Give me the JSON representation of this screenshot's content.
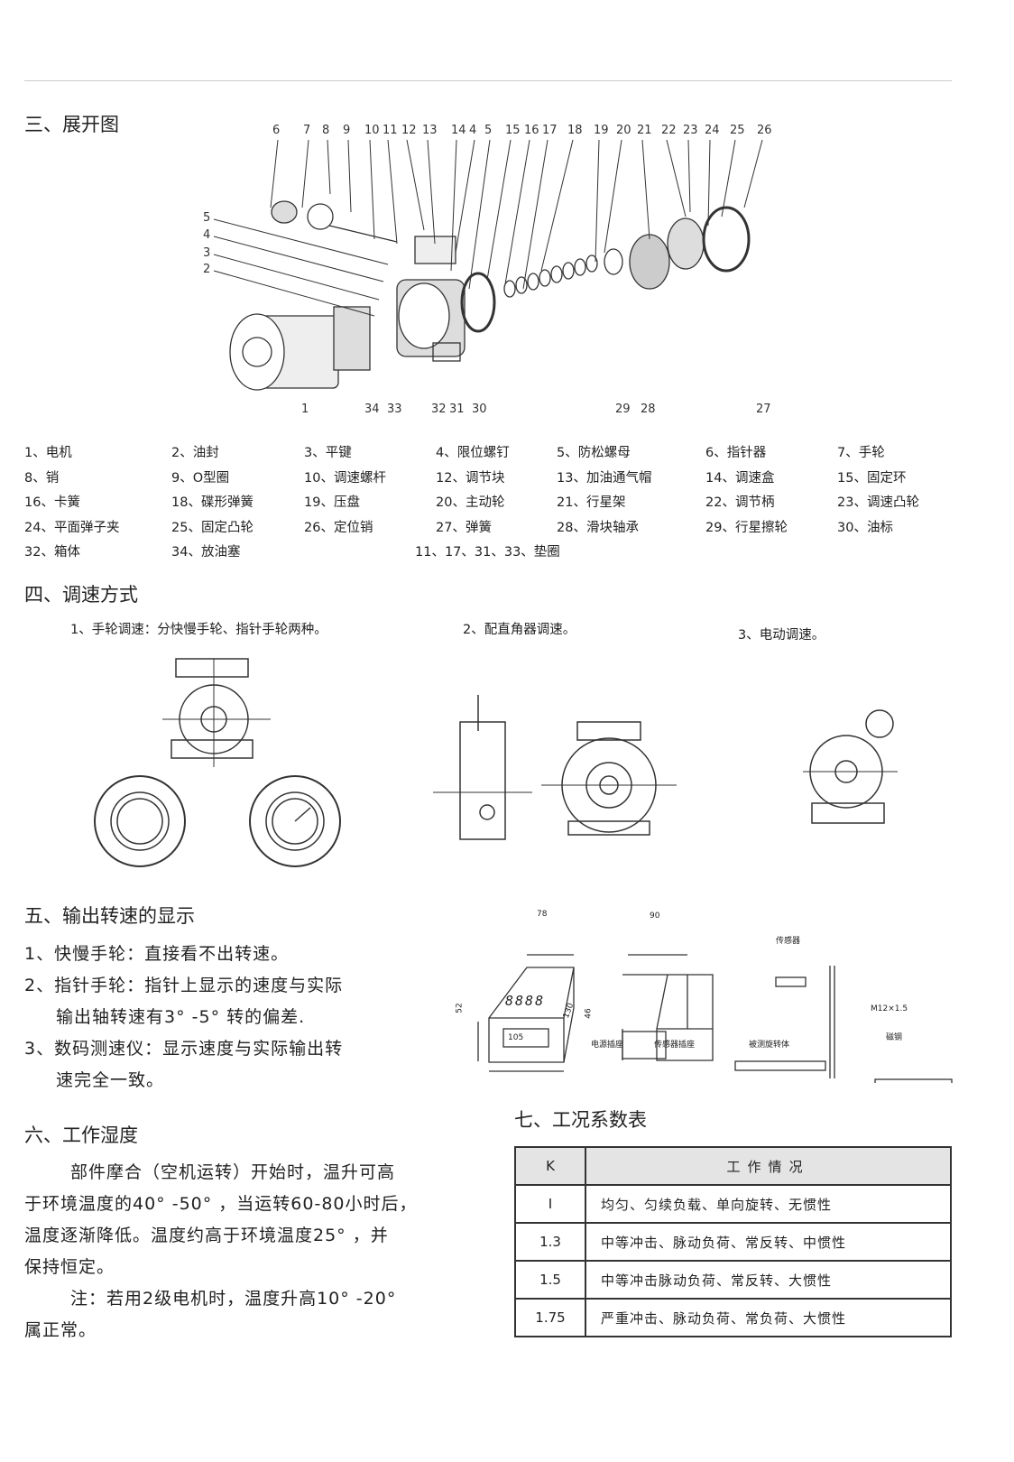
{
  "section3": {
    "title": "三、展开图",
    "callouts_top": [
      "6",
      "7",
      "8",
      "9",
      "10",
      "11",
      "12",
      "13",
      "14",
      "4",
      "5",
      "15",
      "16",
      "17",
      "18",
      "19",
      "20",
      "21",
      "22",
      "23",
      "24",
      "25",
      "26"
    ],
    "callouts_left": [
      "5",
      "4",
      "3",
      "2"
    ],
    "callouts_bottom": [
      "1",
      "34",
      "33",
      "32",
      "31",
      "30",
      "29",
      "28",
      "27"
    ],
    "parts": [
      "1、电机",
      "2、油封",
      "3、平键",
      "4、限位螺钉",
      "5、防松螺母",
      "6、指针器",
      "7、手轮",
      "8、销",
      "9、O型圈",
      "10、调速螺杆",
      "12、调节块",
      "13、加油通气帽",
      "14、调速盒",
      "15、固定环",
      "16、卡簧",
      "18、碟形弹簧",
      "19、压盘",
      "20、主动轮",
      "21、行星架",
      "22、调节柄",
      "23、调速凸轮",
      "24、平面弹子夹",
      "25、固定凸轮",
      "26、定位销",
      "27、弹簧",
      "28、滑块轴承",
      "29、行星擦轮",
      "30、油标",
      "32、箱体",
      "34、放油塞",
      "11、17、31、33、垫圈"
    ]
  },
  "section4": {
    "title": "四、调速方式",
    "items": [
      "1、手轮调速：分快慢手轮、指针手轮两种。",
      "2、配直角器调速。",
      "3、电动调速。"
    ]
  },
  "section5": {
    "title": "五、输出转速的显示",
    "lines": [
      "1、快慢手轮：直接看不出转速。",
      "2、指针手轮：指针上显示的速度与实际",
      "输出轴转速有3° -5° 转的偏差.",
      "3、数码测速仪：显示速度与实际输出转",
      "速完全一致。"
    ],
    "diagram": {
      "dim_78": "78",
      "dim_52": "52",
      "dim_130": "130",
      "dim_105": "105",
      "dim_90": "90",
      "dim_46": "46",
      "display": "8888",
      "power_socket": "电源插座",
      "sensor_socket": "传感器插座",
      "sensor": "传感器",
      "thread": "M12×1.5",
      "magnet": "磁钢",
      "rotor": "被测旋转体"
    }
  },
  "section6": {
    "title": "六、工作湿度",
    "lines": [
      "部件摩合（空机运转）开始时，温升可高",
      "于环境温度的40° -50° ，当运转60-80小时后，",
      "温度逐渐降低。温度约高于环境温度25° ，并",
      "保持恒定。",
      "注：若用2级电机时，温度升高10° -20°",
      "属正常。"
    ]
  },
  "section7": {
    "title": "七、工况系数表",
    "headers": [
      "K",
      "工作情况"
    ],
    "rows": [
      [
        "I",
        "均匀、匀续负载、单向旋转、无惯性"
      ],
      [
        "1.3",
        "中等冲击、脉动负荷、常反转、中惯性"
      ],
      [
        "1.5",
        "中等冲击脉动负荷、常反转、大惯性"
      ],
      [
        "1.75",
        "严重冲击、脉动负荷、常负荷、大惯性"
      ]
    ]
  }
}
